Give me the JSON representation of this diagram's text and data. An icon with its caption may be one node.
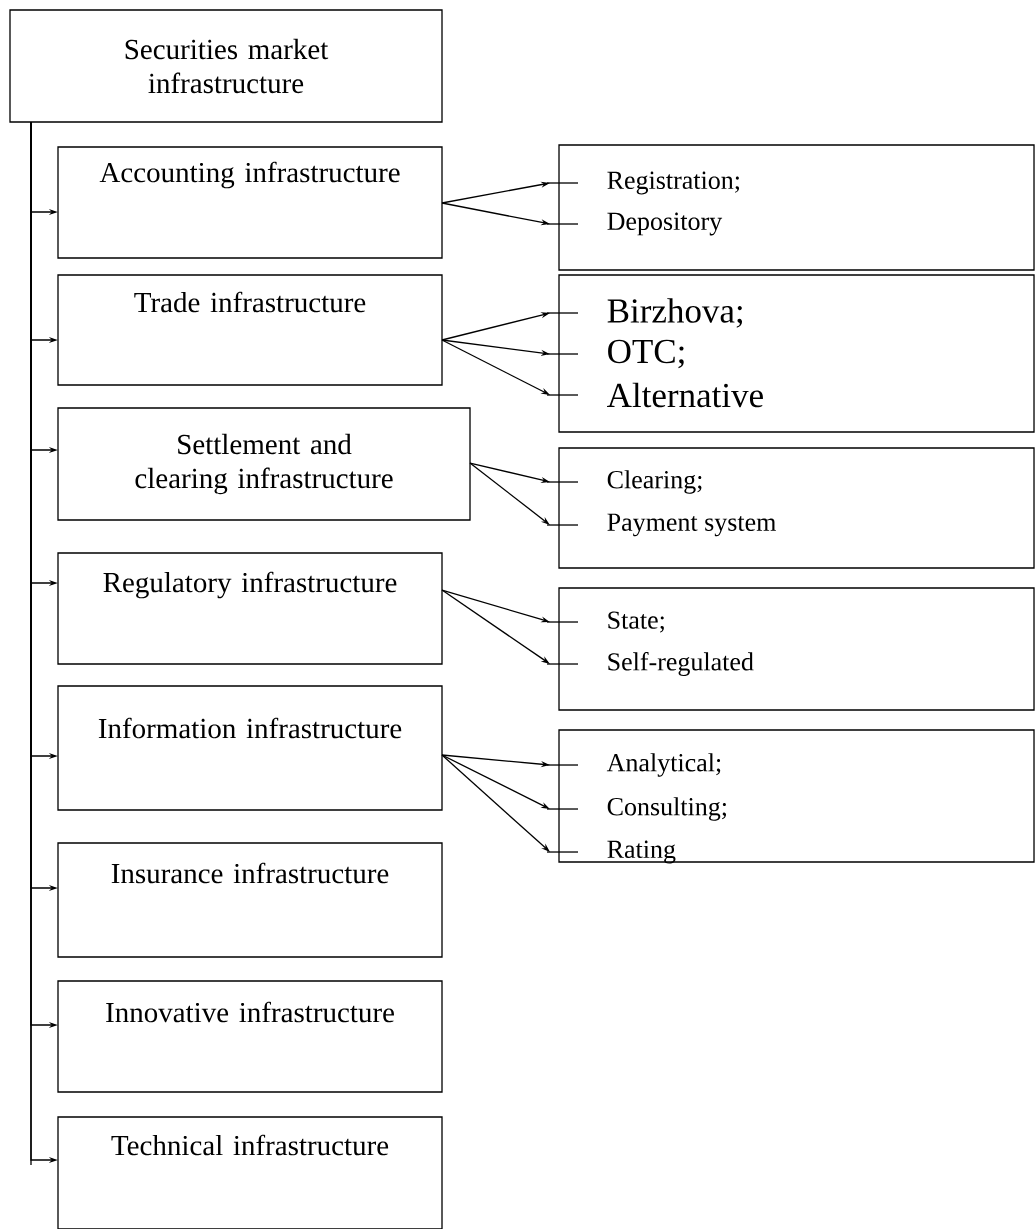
{
  "diagram": {
    "nodes": [
      {
        "text": [
          "Securities market infrastructure"
        ]
      },
      {
        "text": [
          "Accounting infrastructure"
        ]
      },
      {
        "text": [],
        "shape": "box"
      },
      {
        "text": [
          "Registration;"
        ],
        "in": 2
      },
      {
        "text": [
          "Depository"
        ],
        "in": 2
      },
      {
        "text": [
          "Trade infrastructure"
        ]
      },
      {
        "text": [],
        "shape": "box"
      },
      {
        "text": [
          "Birzhova;"
        ],
        "in": 6
      },
      {
        "text": [
          "OTC;"
        ],
        "in": 6
      },
      {
        "text": [
          "Alternative"
        ],
        "in": 6
      },
      {
        "text": [
          "Settlement and clearing infrastructure"
        ]
      },
      {
        "text": [],
        "shape": "box"
      },
      {
        "text": [
          "Clearing;"
        ],
        "in": 11
      },
      {
        "text": [
          "Payment system"
        ],
        "in": 11
      },
      {
        "text": [
          "Regulatory infrastructure"
        ]
      },
      {
        "text": [],
        "shape": "box"
      },
      {
        "text": [
          "State;"
        ],
        "in": 15
      },
      {
        "text": [
          "Self-regulated"
        ],
        "in": 15
      },
      {
        "text": [
          "Information infrastructure"
        ]
      },
      {
        "text": [],
        "shape": "box"
      },
      {
        "text": [
          "Analytical;"
        ],
        "in": 19
      },
      {
        "text": [
          "Consulting;"
        ],
        "in": 19
      },
      {
        "text": [
          "Rating"
        ],
        "in": 19
      },
      {
        "text": [
          "Insurance infrastructure"
        ]
      },
      {
        "text": [
          "Innovative infrastructure"
        ]
      },
      {
        "text": [
          "Technical infrastructure"
        ]
      }
    ],
    "edges": [
      {
        "from": 0,
        "to": 1,
        "arrow": "to"
      },
      {
        "from": 0,
        "to": 5,
        "arrow": "to"
      },
      {
        "from": 0,
        "to": 10,
        "arrow": "to"
      },
      {
        "from": 0,
        "to": 14,
        "arrow": "to"
      },
      {
        "from": 0,
        "to": 18,
        "arrow": "to"
      },
      {
        "from": 0,
        "to": 23,
        "arrow": "to"
      },
      {
        "from": 0,
        "to": 24,
        "arrow": "to"
      },
      {
        "from": 0,
        "to": 25,
        "arrow": "to"
      },
      {
        "from": 1,
        "to": 3,
        "arrow": "to"
      },
      {
        "from": 1,
        "to": 4,
        "arrow": "to"
      },
      {
        "from": 5,
        "to": 7,
        "arrow": "to"
      },
      {
        "from": 5,
        "to": 8,
        "arrow": "to"
      },
      {
        "from": 5,
        "to": 9,
        "arrow": "to"
      },
      {
        "from": 10,
        "to": 12,
        "arrow": "to"
      },
      {
        "from": 10,
        "to": 13,
        "arrow": "to"
      },
      {
        "from": 14,
        "to": 16,
        "arrow": "to"
      },
      {
        "from": 14,
        "to": 17,
        "arrow": "to"
      },
      {
        "from": 18,
        "to": 20,
        "arrow": "to"
      },
      {
        "from": 18,
        "to": 21,
        "arrow": "to"
      },
      {
        "from": 18,
        "to": 22,
        "arrow": "to"
      }
    ]
  }
}
